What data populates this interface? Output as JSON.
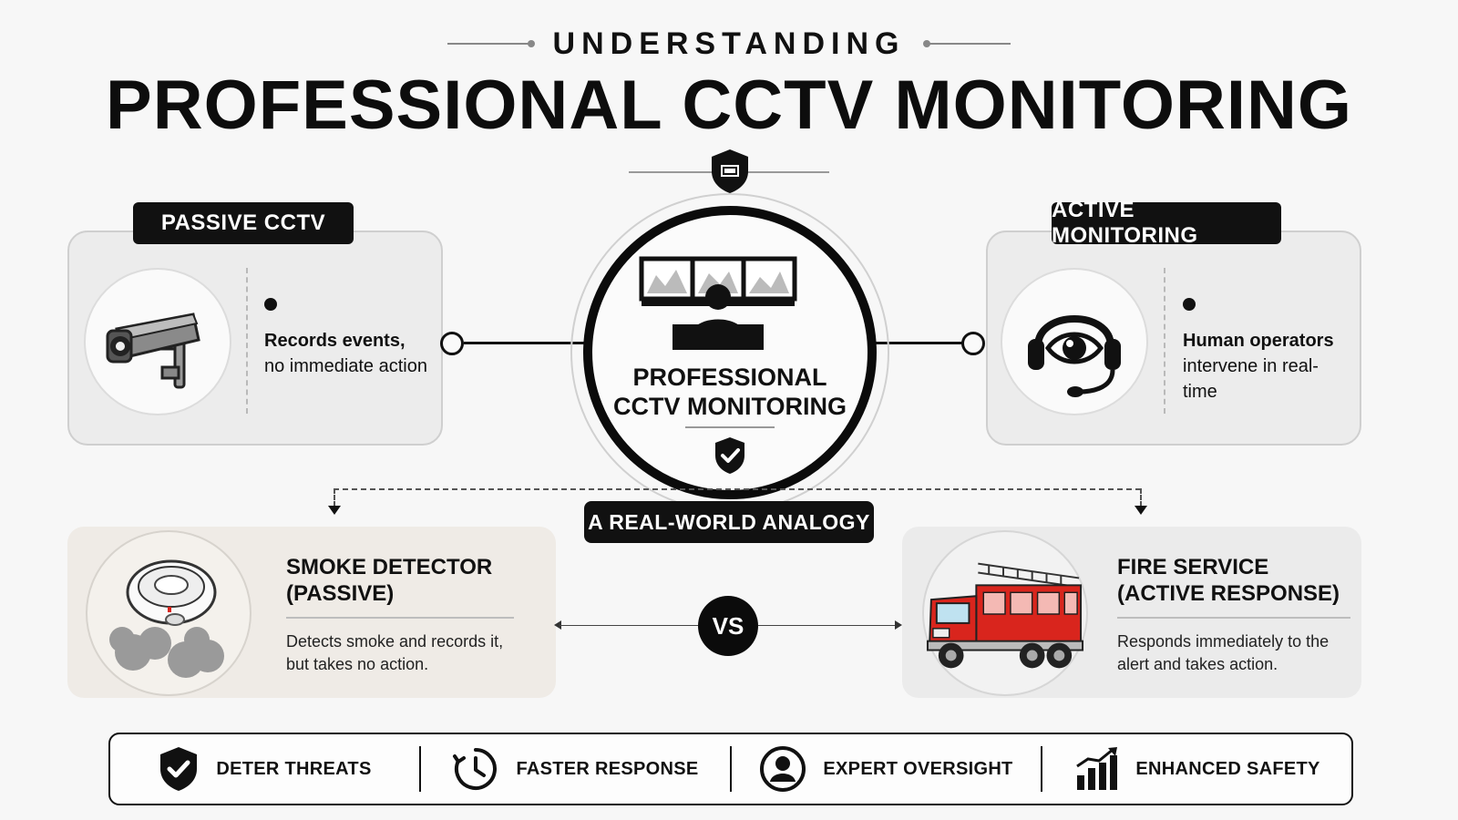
{
  "header": {
    "subtitle": "UNDERSTANDING",
    "title": "PROFESSIONAL CCTV MONITORING"
  },
  "passive": {
    "label": "PASSIVE CCTV",
    "line1": "Records events,",
    "line2": "no immediate action",
    "icon": "cctv-camera-icon"
  },
  "active": {
    "label": "ACTIVE MONITORING",
    "line1": "Human operators",
    "line2": "intervene in real-time",
    "icon": "headset-eye-icon"
  },
  "center": {
    "line1": "PROFESSIONAL",
    "line2": "CCTV MONITORING",
    "icon": "operator-monitors-icon"
  },
  "analogy": {
    "label": "A REAL-WORLD ANALOGY",
    "vs": "VS",
    "left": {
      "title1": "SMOKE DETECTOR",
      "title2": "(PASSIVE)",
      "text1": "Detects smoke and records it,",
      "text2": "but takes no action.",
      "icon": "smoke-detector-icon"
    },
    "right": {
      "title1": "FIRE SERVICE",
      "title2": "(ACTIVE RESPONSE)",
      "text1": "Responds immediately to the",
      "text2": "alert and takes action.",
      "icon": "fire-truck-icon"
    }
  },
  "benefits": [
    {
      "label": "DETER THREATS",
      "icon": "shield-check-icon"
    },
    {
      "label": "FASTER RESPONSE",
      "icon": "clock-icon"
    },
    {
      "label": "EXPERT OVERSIGHT",
      "icon": "user-circle-icon"
    },
    {
      "label": "ENHANCED SAFETY",
      "icon": "bar-chart-up-icon"
    }
  ],
  "colors": {
    "primary": "#111111",
    "panel": "#ececec",
    "smoke_panel": "#efebe6",
    "fire_red": "#d9251d"
  }
}
